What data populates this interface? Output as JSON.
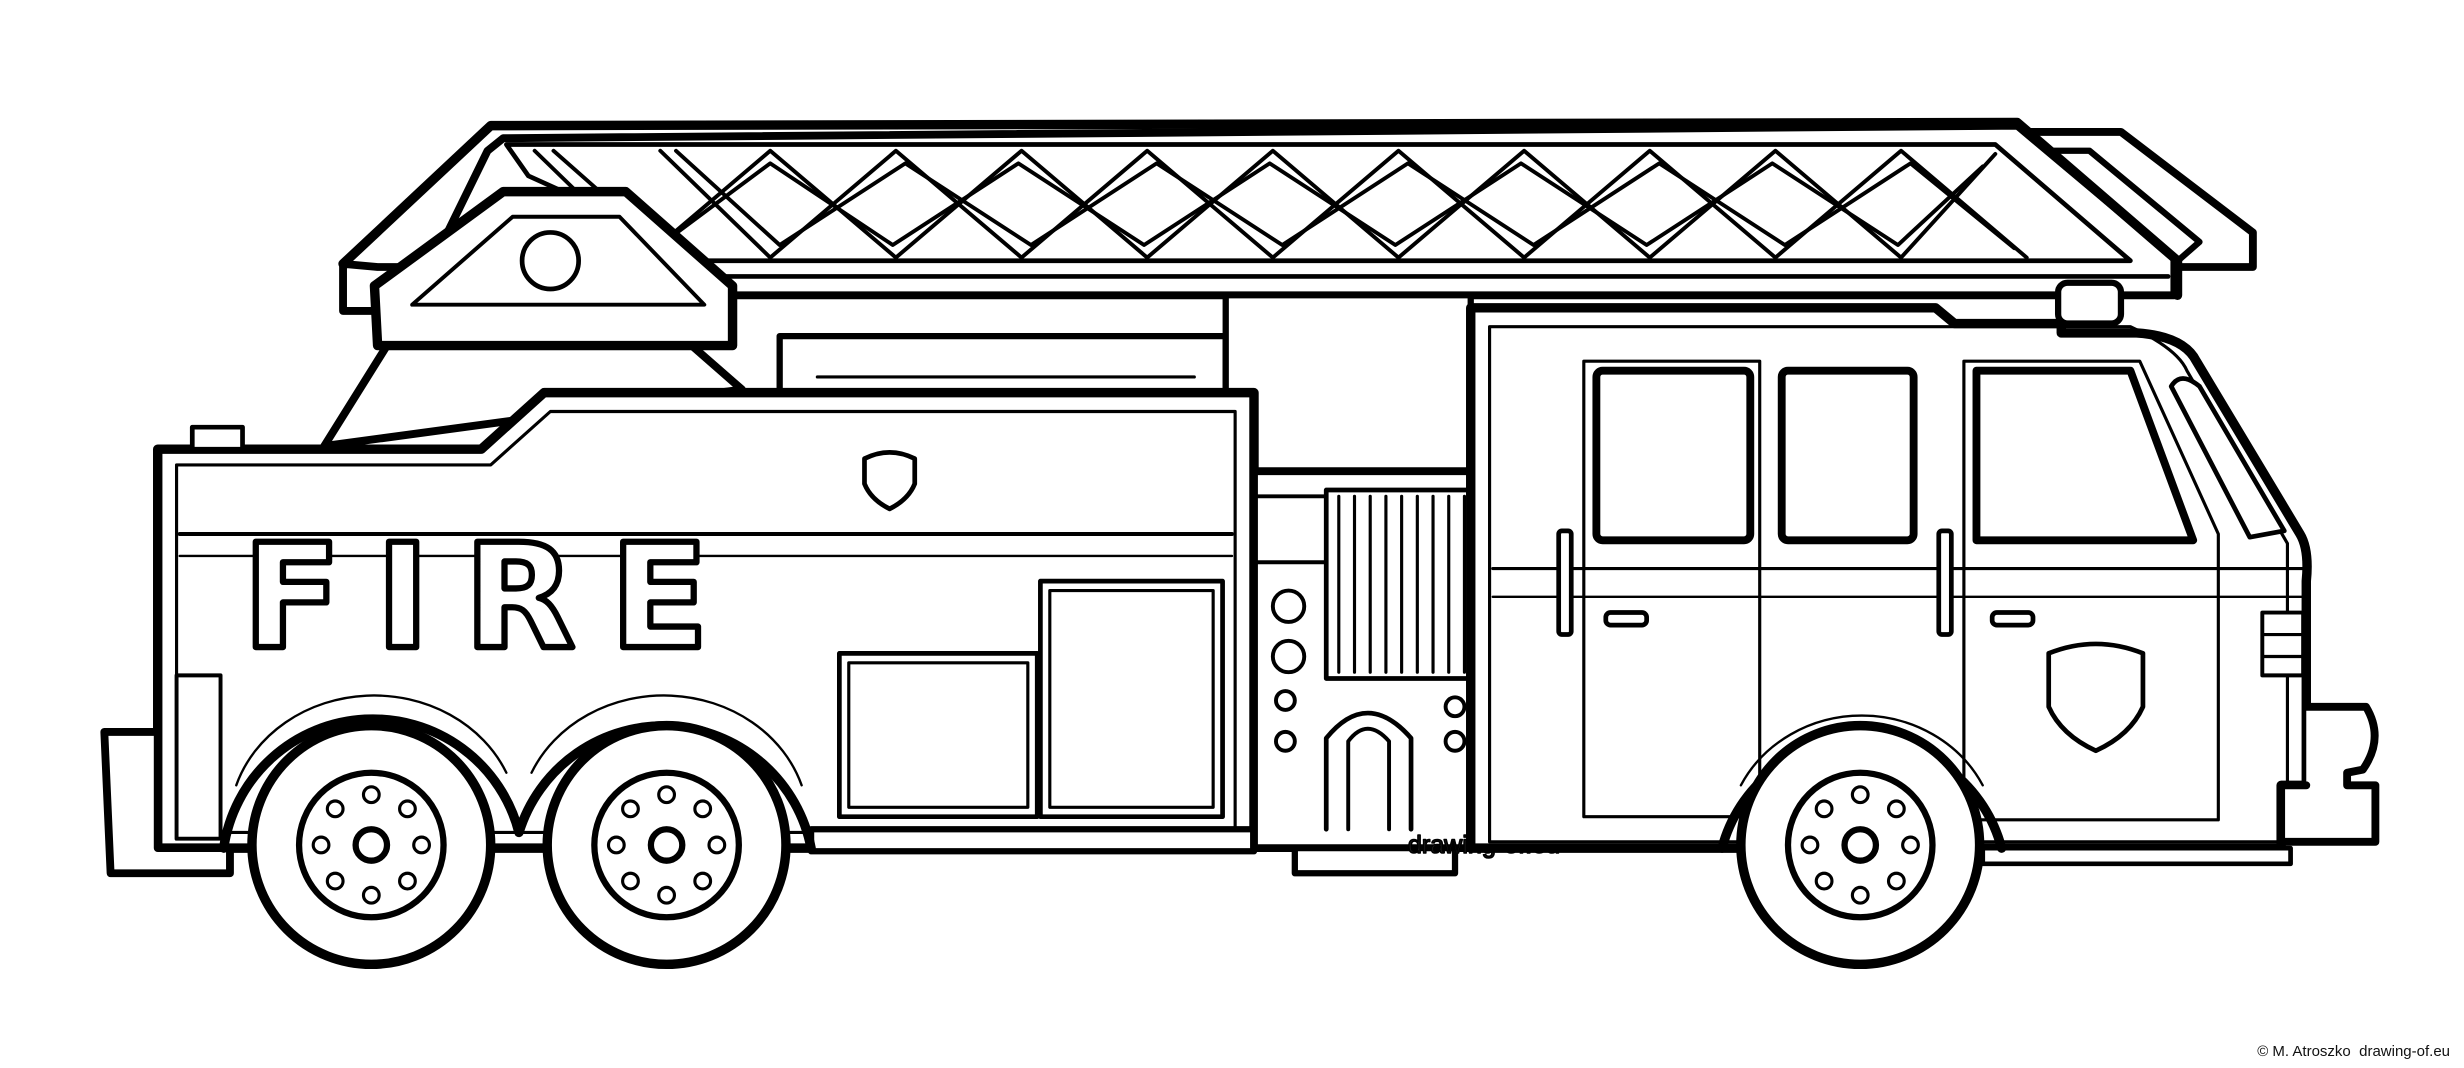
{
  "truck": {
    "side_text": "FIRE",
    "watermark": "drawing-of.eu"
  },
  "credit": "© M. Atroszko  drawing-of.eu",
  "colors": {
    "line": "#000000",
    "fill": "#ffffff"
  }
}
